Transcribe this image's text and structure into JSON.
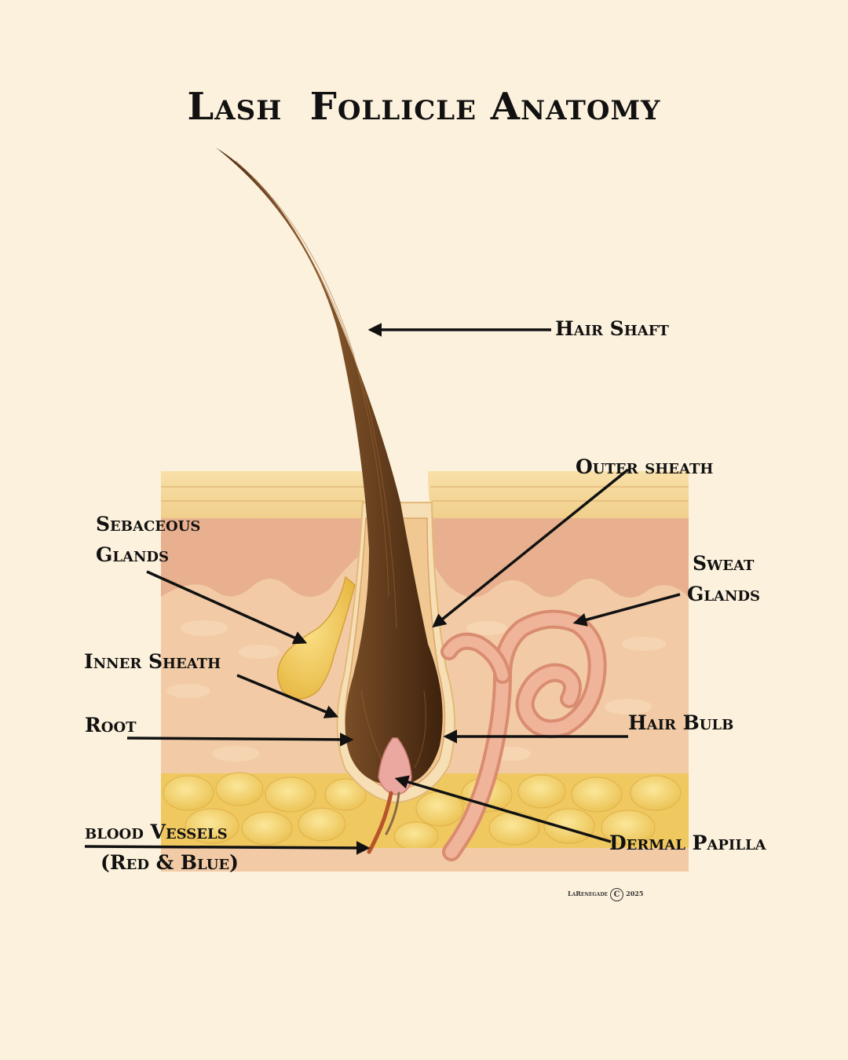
{
  "title": "Lash  Follicle Anatomy",
  "labels": {
    "hair_shaft": "Hair Shaft",
    "outer_sheath": "Outer sheath",
    "sebaceous_glands": [
      "Sebaceous",
      "Glands"
    ],
    "sweat_glands": [
      "Sweat",
      "Glands"
    ],
    "inner_sheath": "Inner Sheath",
    "root": "Root",
    "hair_bulb": "Hair Bulb",
    "blood_vessels": [
      "blood Vessels",
      "(Red & Blue)"
    ],
    "dermal_papilla": "Dermal Papilla"
  },
  "watermark": {
    "author": "LaRenegade",
    "symbol": "C",
    "year": "2025"
  },
  "colors": {
    "background": "#fcf1dc",
    "hair": "#6b4220",
    "dermis": "#eec4a0",
    "fat": "#f3cf6a",
    "sweat_gland": "#eca98c",
    "sebaceous": "#f2c95a"
  }
}
